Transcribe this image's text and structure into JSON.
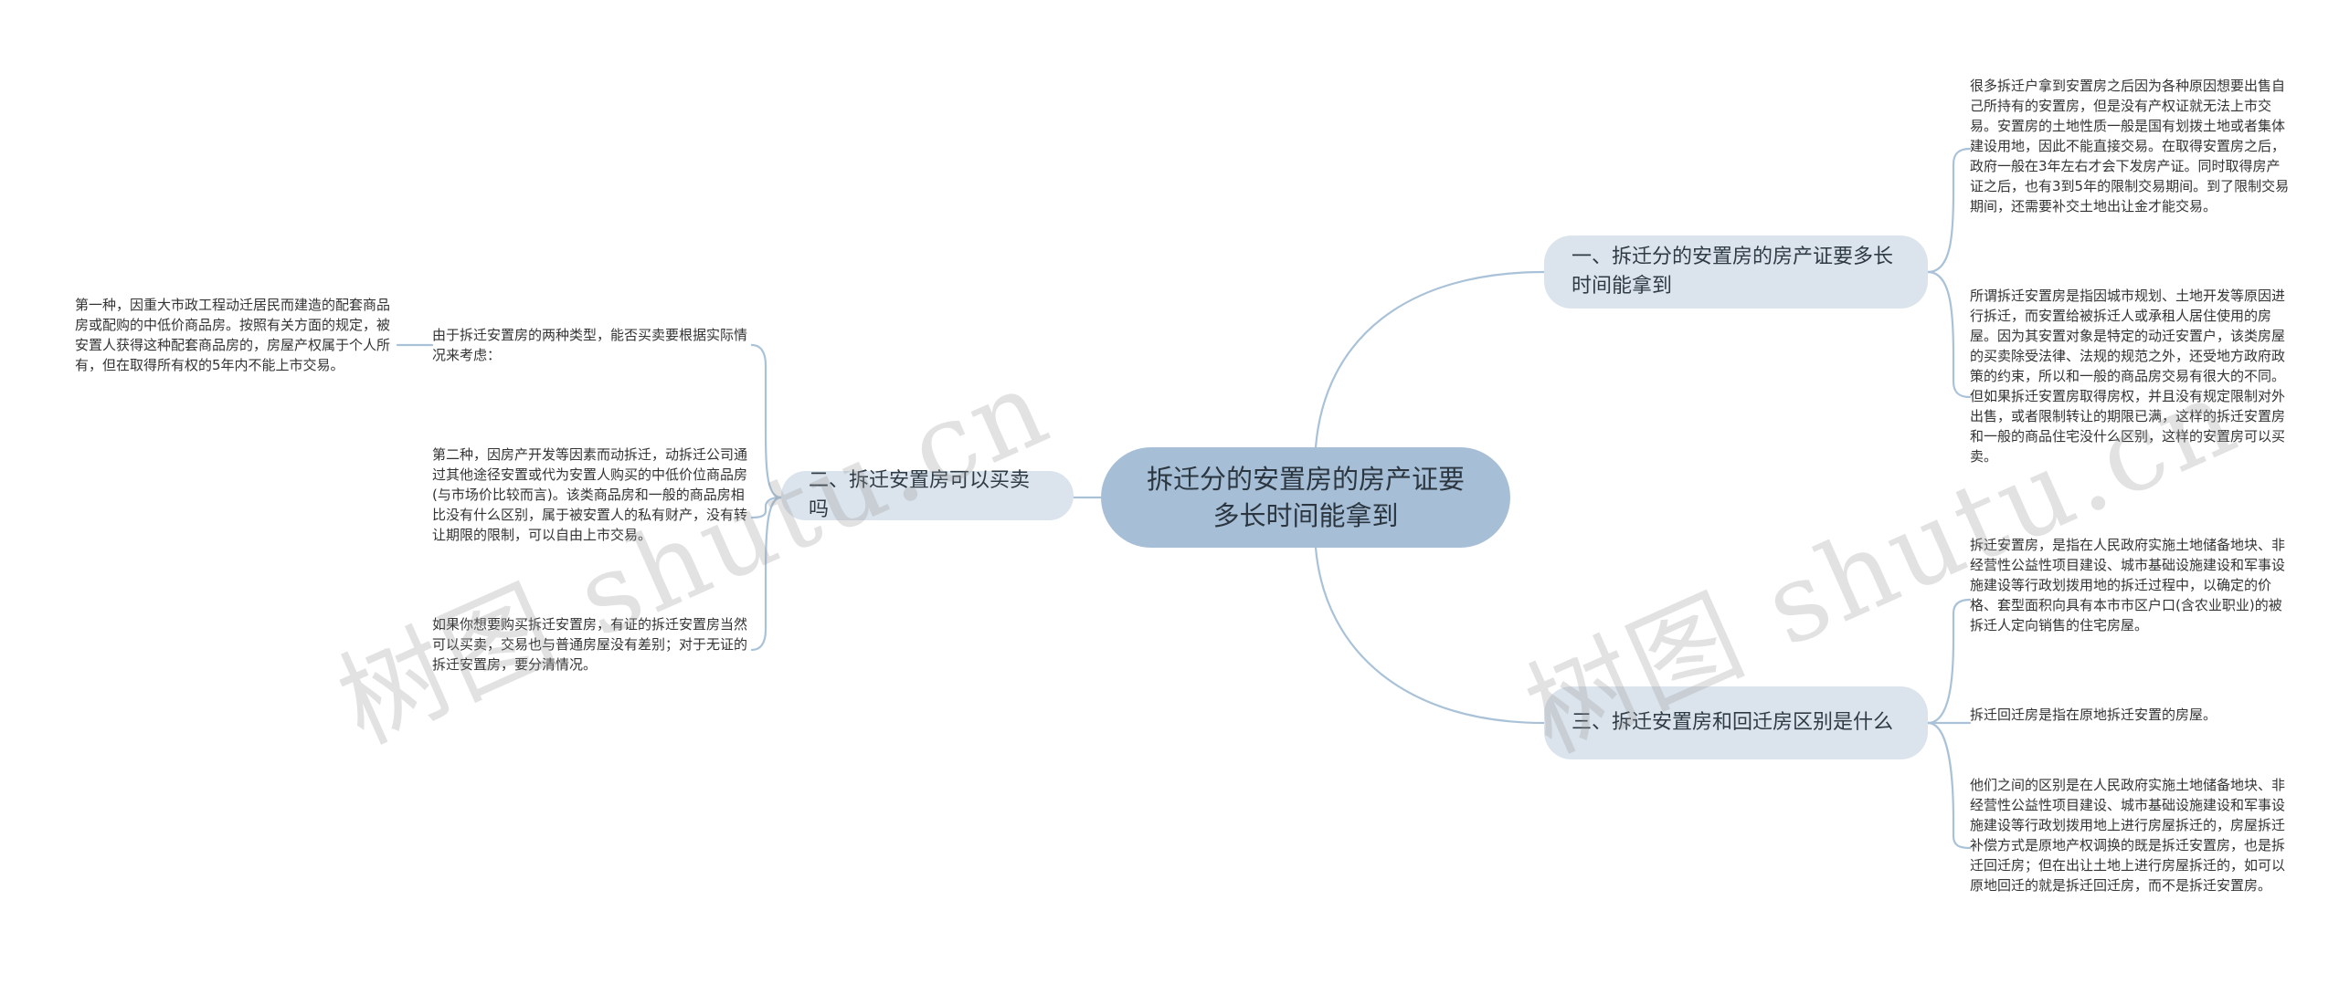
{
  "root": {
    "label": "拆迁分的安置房的房产证要多长时间能拿到"
  },
  "branches": [
    {
      "label": "一、拆迁分的安置房的房产证要多长时间能拿到"
    },
    {
      "label": "二、拆迁安置房可以买卖吗"
    },
    {
      "label": "三、拆迁安置房和回迁房区别是什么"
    }
  ],
  "leaves": [
    {
      "text": "很多拆迁户拿到安置房之后因为各种原因想要出售自己所持有的安置房，但是没有产权证就无法上市交易。安置房的土地性质一般是国有划拨土地或者集体建设用地，因此不能直接交易。在取得安置房之后，政府一般在3年左右才会下发房产证。同时取得房产证之后，也有3到5年的限制交易期间。到了限制交易期间，还需要补交土地出让金才能交易。"
    },
    {
      "text": "所谓拆迁安置房是指因城市规划、土地开发等原因进行拆迁，而安置给被拆迁人或承租人居住使用的房屋。因为其安置对象是特定的动迁安置户，该类房屋的买卖除受法律、法规的规范之外，还受地方政府政策的约束，所以和一般的商品房交易有很大的不同。但如果拆迁安置房取得房权，并且没有规定限制对外出售，或者限制转让的期限已满，这样的拆迁安置房和一般的商品住宅没什么区别，这样的安置房可以买卖。"
    },
    {
      "text": "拆迁安置房，是指在人民政府实施土地储备地块、非经营性公益性项目建设、城市基础设施建设和军事设施建设等行政划拨用地的拆迁过程中，以确定的价格、套型面积向具有本市市区户口(含农业职业)的被拆迁人定向销售的住宅房屋。"
    },
    {
      "text": "拆迁回迁房是指在原地拆迁安置的房屋。"
    },
    {
      "text": "他们之间的区别是在人民政府实施土地储备地块、非经营性公益性项目建设、城市基础设施建设和军事设施建设等行政划拨用地上进行房屋拆迁的，房屋拆迁补偿方式是原地产权调换的既是拆迁安置房，也是拆迁回迁房；但在出让土地上进行房屋拆迁的，如可以原地回迁的就是拆迁回迁房，而不是拆迁安置房。"
    },
    {
      "text": "由于拆迁安置房的两种类型，能否买卖要根据实际情况来考虑："
    },
    {
      "text": "第二种，因房产开发等因素而动拆迁，动拆迁公司通过其他途径安置或代为安置人购买的中低价位商品房(与市场价比较而言)。该类商品房和一般的商品房相比没有什么区别，属于被安置人的私有财产，没有转让期限的限制，可以自由上市交易。"
    },
    {
      "text": "如果你想要购买拆迁安置房，有证的拆迁安置房当然可以买卖，交易也与普通房屋没有差别；对于无证的拆迁安置房，要分清情况。"
    },
    {
      "text": "第一种，因重大市政工程动迁居民而建造的配套商品房或配购的中低价商品房。按照有关方面的规定，被安置人获得这种配套商品房的，房屋产权属于个人所有，但在取得所有权的5年内不能上市交易。"
    }
  ],
  "watermark": "树图 shutu.cn",
  "colors": {
    "line": "#a9c2d8",
    "root": "#a7bfd6",
    "branch": "#dbe4ec"
  }
}
